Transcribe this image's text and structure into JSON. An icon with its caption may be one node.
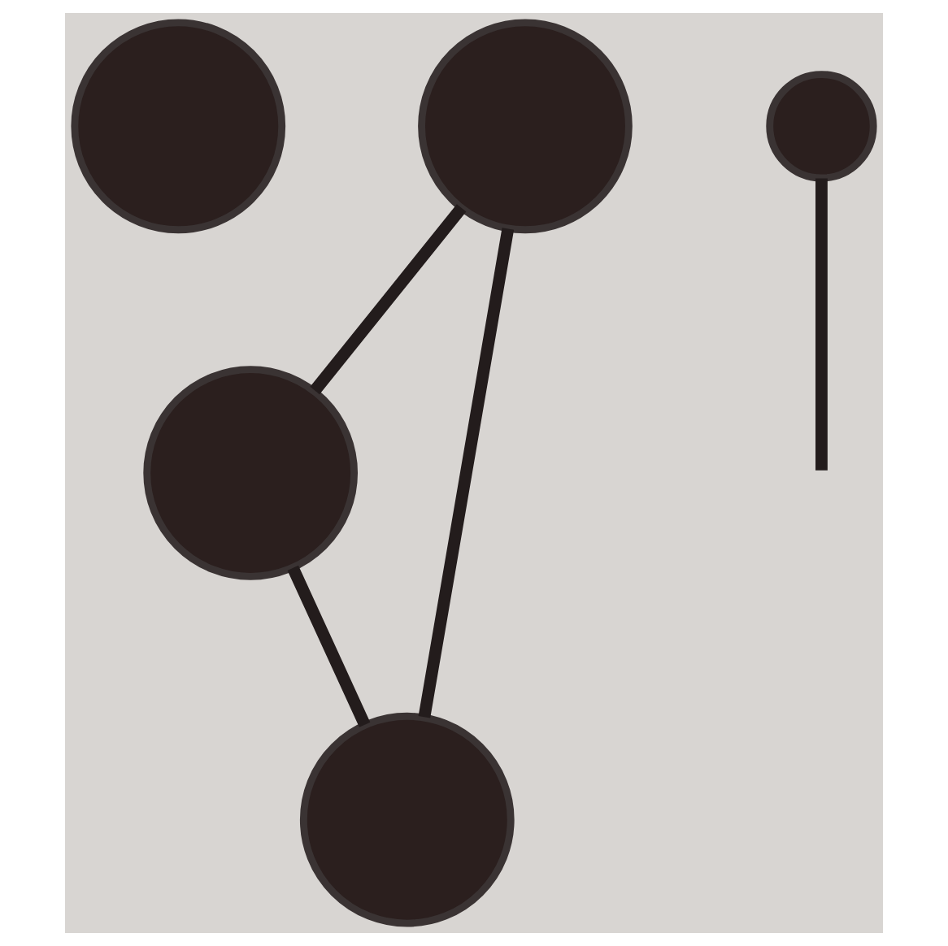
{
  "diagram": {
    "nodes": [
      {
        "text": [],
        "shape": "circle"
      },
      {
        "text": [],
        "shape": "circle"
      },
      {
        "text": [],
        "shape": "circle"
      },
      {
        "text": [],
        "shape": "circle"
      },
      {
        "text": [],
        "shape": "circle"
      }
    ],
    "edges": [
      {
        "from": 1,
        "to": 2,
        "arrow": "none"
      },
      {
        "from": 2,
        "to": 3,
        "arrow": "none"
      },
      {
        "from": 1,
        "to": 3,
        "arrow": "none"
      },
      {
        "from": 4,
        "to": null,
        "arrow": "none"
      }
    ]
  }
}
